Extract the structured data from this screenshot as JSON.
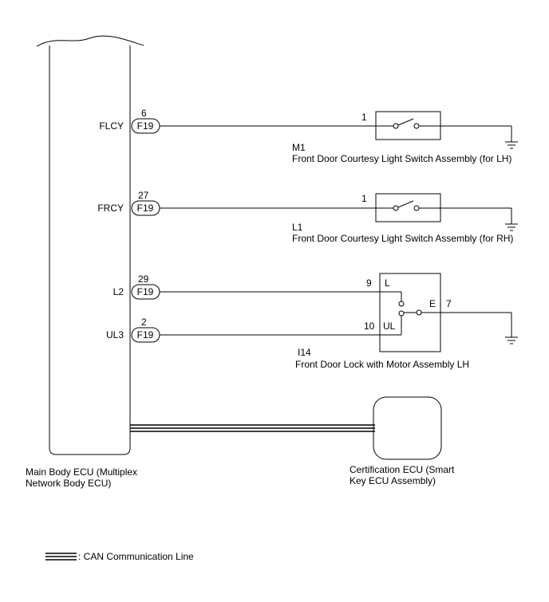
{
  "main_ecu": {
    "name_line1": "Main Body ECU (Multiplex",
    "name_line2": "Network Body ECU)"
  },
  "pins": [
    {
      "signal": "FLCY",
      "pin": "6",
      "connector": "F19"
    },
    {
      "signal": "FRCY",
      "pin": "27",
      "connector": "F19"
    },
    {
      "signal": "L2",
      "pin": "29",
      "connector": "F19"
    },
    {
      "signal": "UL3",
      "pin": "2",
      "connector": "F19"
    }
  ],
  "switch_lh": {
    "pin": "1",
    "code": "M1",
    "name": "Front Door Courtesy Light Switch Assembly (for LH)"
  },
  "switch_rh": {
    "pin": "1",
    "code": "L1",
    "name": "Front Door Courtesy Light Switch Assembly (for RH)"
  },
  "door_lock": {
    "pin_l": "9",
    "pin_ul": "10",
    "pin_e": "7",
    "label_l": "L",
    "label_ul": "UL",
    "label_e": "E",
    "code": "I14",
    "name": "Front Door Lock with Motor Assembly LH"
  },
  "cert_ecu": {
    "name_line1": "Certification ECU (Smart",
    "name_line2": "Key ECU Assembly)"
  },
  "legend": {
    "can_label": ": CAN Communication Line"
  }
}
